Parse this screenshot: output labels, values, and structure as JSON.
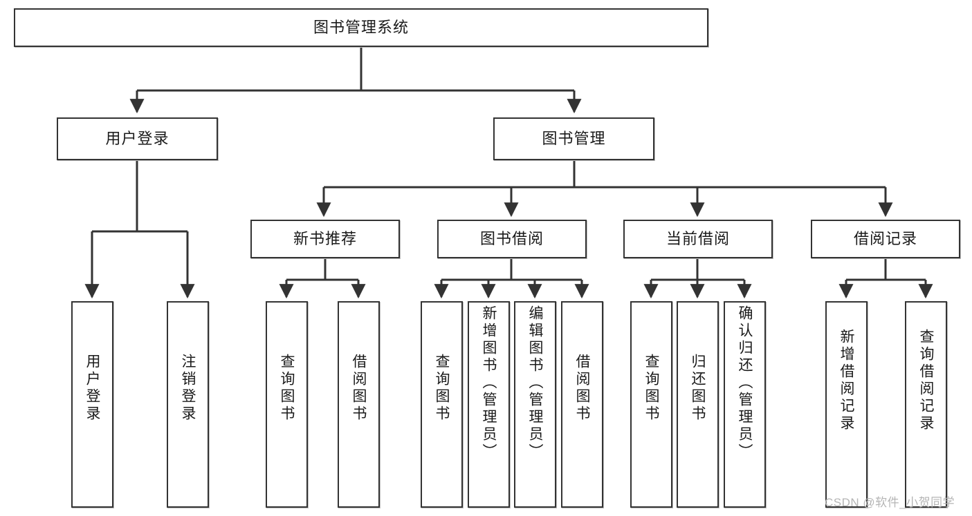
{
  "diagram": {
    "type": "hierarchy-tree",
    "title": "图书管理系统",
    "watermark": "CSDN @软件_小贺同学",
    "colors": {
      "box_border": "#333333",
      "box_fill": "#ffffff",
      "connector": "#333333",
      "text": "#1a1a1a",
      "watermark": "#b5b5b5",
      "background": "#ffffff"
    },
    "levels": {
      "root": "图书管理系统",
      "level2": [
        "用户登录",
        "图书管理"
      ],
      "level3": [
        "新书推荐",
        "图书借阅",
        "当前借阅",
        "借阅记录"
      ]
    },
    "nodes": {
      "root": {
        "label": "图书管理系统"
      },
      "user_login": {
        "label": "用户登录"
      },
      "book_manage": {
        "label": "图书管理"
      },
      "new_book_rec": {
        "label": "新书推荐"
      },
      "book_borrow": {
        "label": "图书借阅"
      },
      "current_borrow": {
        "label": "当前借阅"
      },
      "borrow_record": {
        "label": "借阅记录"
      },
      "leaf_user_login": {
        "label": "用户登录"
      },
      "leaf_user_logout": {
        "label": "注销登录"
      },
      "leaf_query_book_1": {
        "label": "查询图书"
      },
      "leaf_borrow_book_1": {
        "label": "借阅图书"
      },
      "leaf_query_book_2": {
        "label": "查询图书"
      },
      "leaf_add_book": {
        "label": "新增图书（管理员）"
      },
      "leaf_edit_book": {
        "label": "编辑图书（管理员）"
      },
      "leaf_borrow_book_2": {
        "label": "借阅图书"
      },
      "leaf_query_book_3": {
        "label": "查询图书"
      },
      "leaf_return_book": {
        "label": "归还图书"
      },
      "leaf_confirm_return": {
        "label": "确认归还（管理员）"
      },
      "leaf_add_record": {
        "label": "新增借阅记录"
      },
      "leaf_query_record": {
        "label": "查询借阅记录"
      }
    },
    "edges": [
      {
        "from": "图书管理系统",
        "to": "用户登录"
      },
      {
        "from": "图书管理系统",
        "to": "图书管理"
      },
      {
        "from": "用户登录",
        "to": "用户登录"
      },
      {
        "from": "用户登录",
        "to": "注销登录"
      },
      {
        "from": "图书管理",
        "to": "新书推荐"
      },
      {
        "from": "图书管理",
        "to": "图书借阅"
      },
      {
        "from": "图书管理",
        "to": "当前借阅"
      },
      {
        "from": "图书管理",
        "to": "借阅记录"
      },
      {
        "from": "新书推荐",
        "to": "查询图书"
      },
      {
        "from": "新书推荐",
        "to": "借阅图书"
      },
      {
        "from": "图书借阅",
        "to": "查询图书"
      },
      {
        "from": "图书借阅",
        "to": "新增图书（管理员）"
      },
      {
        "from": "图书借阅",
        "to": "编辑图书（管理员）"
      },
      {
        "from": "图书借阅",
        "to": "借阅图书"
      },
      {
        "from": "当前借阅",
        "to": "查询图书"
      },
      {
        "from": "当前借阅",
        "to": "归还图书"
      },
      {
        "from": "当前借阅",
        "to": "确认归还（管理员）"
      },
      {
        "from": "借阅记录",
        "to": "新增借阅记录"
      },
      {
        "from": "借阅记录",
        "to": "查询借阅记录"
      }
    ]
  }
}
